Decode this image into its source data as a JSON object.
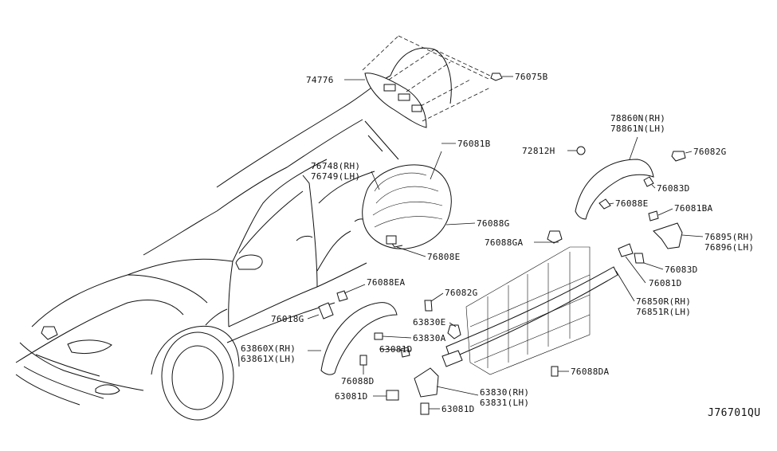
{
  "labels": {
    "l74776": "74776",
    "l76075B": "76075B",
    "l76081B": "76081B",
    "l76748": "76748(RH)",
    "l76749": "76749(LH)",
    "l76088G": "76088G",
    "l76808E": "76808E",
    "l78860N": "78860N(RH)",
    "l78861N": "78861N(LH)",
    "l72812H": "72812H",
    "l76082G_r": "76082G",
    "l76083D_a": "76083D",
    "l76088E": "76088E",
    "l76081BA": "76081BA",
    "l76088GA": "76088GA",
    "l76895": "76895(RH)",
    "l76896": "76896(LH)",
    "l76083D_b": "76083D",
    "l76081D": "76081D",
    "l76850R": "76850R(RH)",
    "l76851R": "76851R(LH)",
    "l76088EA": "76088EA",
    "l76082G_c": "76082G",
    "l76018G": "76018G",
    "l63830E": "63830E",
    "l63830A": "63830A",
    "l63860X": "63860X(RH)",
    "l63861X": "63861X(LH)",
    "l63081D_a": "63081D",
    "l76088D": "76088D",
    "l76088DA": "76088DA",
    "l63830": "63830(RH)",
    "l63831": "63831(LH)",
    "l63081D_b": "63081D",
    "l63081D_c": "63081D"
  },
  "diagram_code": "J76701QU"
}
